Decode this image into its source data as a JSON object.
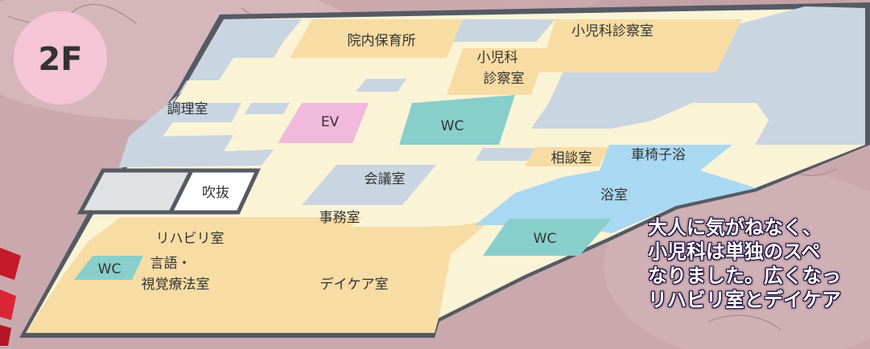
{
  "floor": {
    "label": "2F"
  },
  "rooms": {
    "nursery": "院内保育所",
    "pediatric_exam_large": "小児科診察室",
    "pediatric_exam_small_line1": "小児科",
    "pediatric_exam_small_line2": "診察室",
    "kitchen": "調理室",
    "elevator": "EV",
    "wc_upper": "WC",
    "consultation": "相談室",
    "wheelchair_bath": "車椅子浴",
    "meeting_room": "会議室",
    "atrium": "吹抜",
    "bathroom": "浴室",
    "office": "事務室",
    "wc_right": "WC",
    "rehab_room": "リハビリ室",
    "wc_left": "WC",
    "speech_line1": "言語・",
    "speech_line2": "視覚療法室",
    "daycare": "デイケア室"
  },
  "caption": {
    "lines": [
      "大人に気がねなく、",
      "小児科は単独のスペ",
      "なりました。広くなっ",
      "リハビリ室とデイケア"
    ]
  },
  "colors": {
    "background": "#c9a9ad",
    "floor_base": "#fbf3d6",
    "wall_outline": "#555a63",
    "rooms_blue_gray": "#c9d5e1",
    "rooms_yellow": "#f7dca4",
    "rooms_light_blue": "#a9d8f2",
    "rooms_teal": "#88cfcb",
    "elevator_pink": "#f1b9dc",
    "atrium_gray": "#dfe1e4",
    "floor_badge_pink": "#f5c4d5",
    "caption_text": "#ffffff",
    "caption_outline": "#1a0b3a"
  }
}
